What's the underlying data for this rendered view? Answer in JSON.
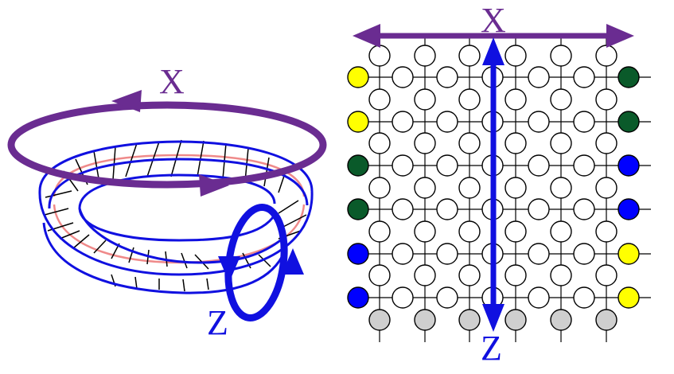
{
  "left_figure": {
    "x_label": "X",
    "z_label": "Z"
  },
  "right_figure": {
    "x_label": "X",
    "z_label": "Z"
  },
  "colors": {
    "x_purple": "#6a2c91",
    "z_blue": "#1010e0",
    "red_line": "#ef8a8a",
    "yellow": "#ffff00",
    "dark_green": "#0a5a2a",
    "blue": "#0000ff",
    "gray": "#cfcfcf"
  },
  "grid": {
    "left_boundary_colors": [
      "yellow",
      "yellow",
      "dark_green",
      "dark_green",
      "blue",
      "blue"
    ],
    "right_boundary_colors": [
      "dark_green",
      "dark_green",
      "blue",
      "blue",
      "yellow",
      "yellow"
    ],
    "bottom_row_color": "gray"
  }
}
